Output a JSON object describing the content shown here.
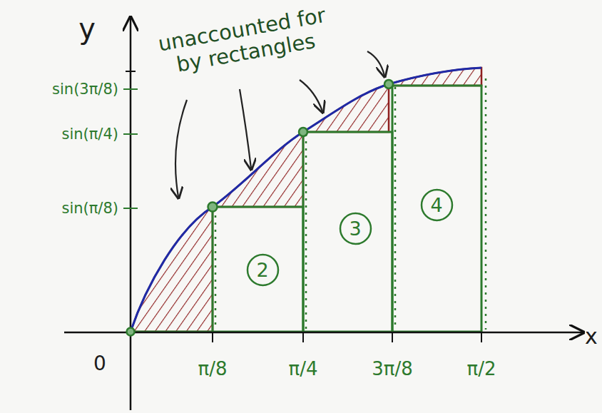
{
  "diagram": {
    "nodes": [
      {
        "text": [
          "2"
        ]
      },
      {
        "text": [
          "3"
        ]
      },
      {
        "text": [
          "4"
        ]
      }
    ],
    "labels": [
      "y",
      "sin(3π/8)",
      "sin(π/4)",
      "sin(π/8)",
      "unaccounted for by rectangles",
      "0",
      "π/8",
      "π/4",
      "3π/8",
      "π/2",
      "x"
    ]
  }
}
